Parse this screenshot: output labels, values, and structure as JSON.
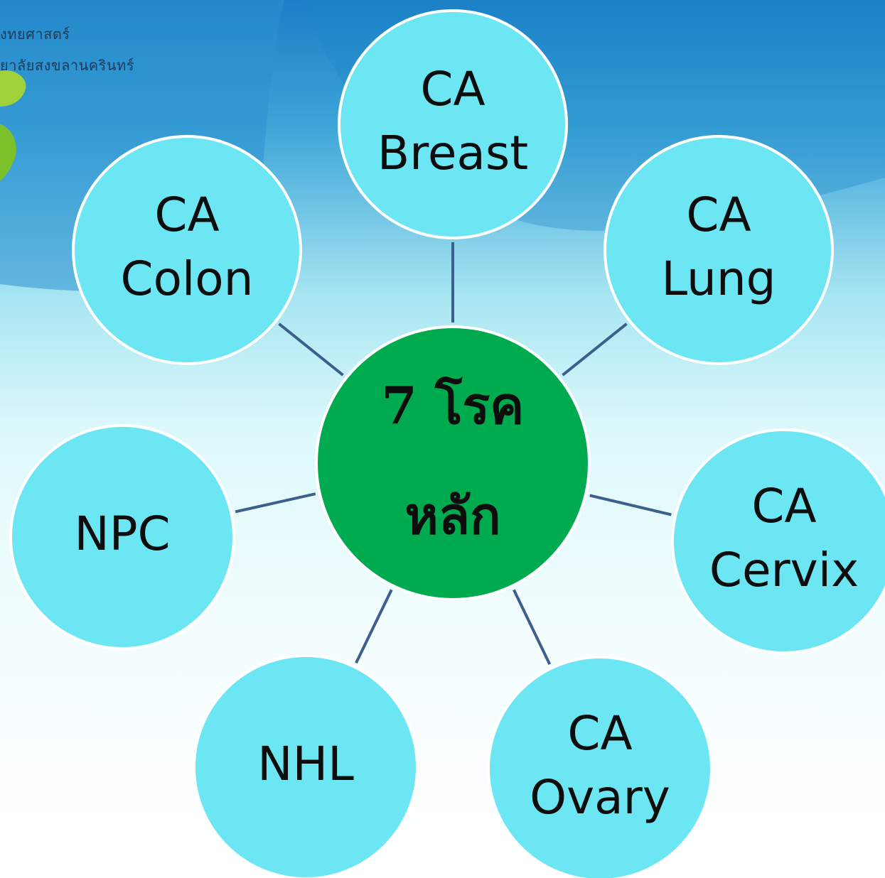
{
  "header": {
    "line1": "งทยศาสตร์",
    "line2": "ยาลัยสงขลานครินทร์"
  },
  "center": {
    "lines": [
      "7 โรค",
      "หลัก"
    ],
    "color": "#00aa4f"
  },
  "colors": {
    "node_fill": "#6de6f3",
    "node_stroke": "#ffffff",
    "connector": "#3d5f8d"
  },
  "nodes": [
    {
      "id": "ca-breast",
      "lines": [
        "CA",
        "Breast"
      ]
    },
    {
      "id": "ca-lung",
      "lines": [
        "CA",
        "Lung"
      ]
    },
    {
      "id": "ca-cervix",
      "lines": [
        "CA",
        "Cervix"
      ]
    },
    {
      "id": "ca-ovary",
      "lines": [
        "CA",
        "Ovary"
      ]
    },
    {
      "id": "nhl",
      "lines": [
        "NHL"
      ]
    },
    {
      "id": "npc",
      "lines": [
        "NPC"
      ]
    },
    {
      "id": "ca-colon",
      "lines": [
        "CA",
        "Colon"
      ]
    }
  ]
}
